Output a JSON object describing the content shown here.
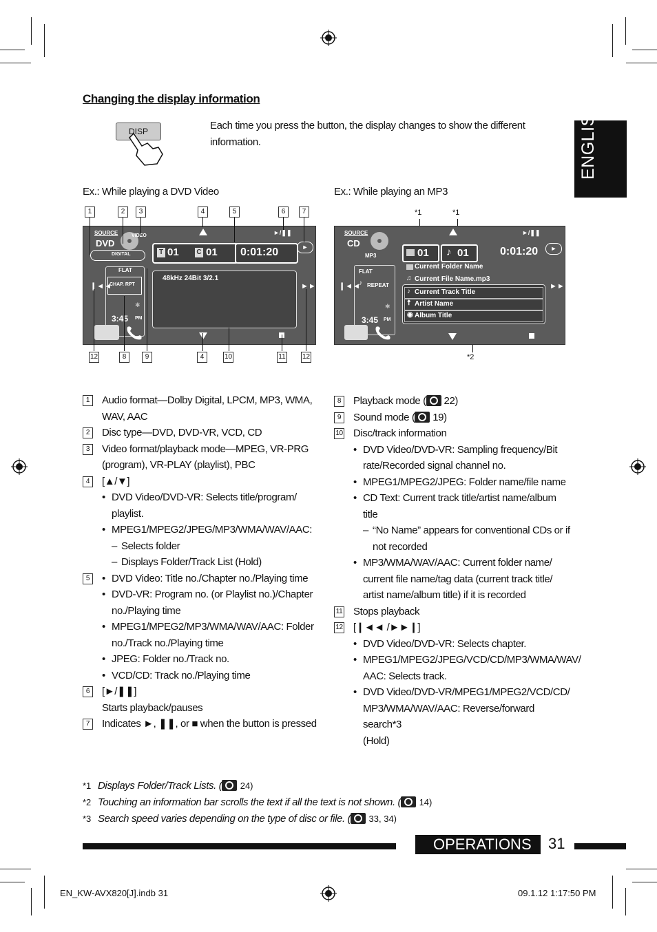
{
  "heading": "Changing the display information",
  "intro": {
    "button_label": "DISP",
    "text_line1": "Each time you press the button, the display changes to show the different",
    "text_line2": "information."
  },
  "language_tab": "ENGLISH",
  "examples": {
    "dvd_caption": "Ex.:  While playing a DVD Video",
    "mp3_caption": "Ex.:  While playing an MP3"
  },
  "dvd_screen": {
    "source": "SOURCE",
    "disc": "DVD",
    "video": "VIDEO",
    "digital": "DIGITAL",
    "title_no": "01",
    "chapter_no": "01",
    "t_badge": "T",
    "c_badge": "C",
    "time": "0:01:20",
    "flat": "FLAT",
    "chap_rpt": "CHAP. RPT",
    "clock": "3:45",
    "pm": "PM",
    "info": "48kHz  24Bit  3/2.1"
  },
  "mp3_screen": {
    "source": "SOURCE",
    "disc": "CD",
    "format": "MP3",
    "folder_no": "01",
    "track_no": "01",
    "time": "0:01:20",
    "flat": "FLAT",
    "repeat": "REPEAT",
    "clock": "3:45",
    "pm": "PM",
    "folder_name": "Current Folder Name",
    "file_name": "Current File Name.mp3",
    "track_title": "Current Track Title",
    "artist_name": "Artist Name",
    "album_title": "Album Title"
  },
  "callouts": {
    "n1": "1",
    "n2": "2",
    "n3": "3",
    "n4": "4",
    "n5": "5",
    "n6": "6",
    "n7": "7",
    "n8": "8",
    "n9": "9",
    "n10": "10",
    "n11": "11",
    "n12": "12",
    "star1": "*1",
    "star2": "*2"
  },
  "left_items": {
    "i1_a": "Audio format—Dolby Digital, LPCM, MP3, WMA,",
    "i1_b": "WAV, AAC",
    "i2": "Disc type—DVD, DVD-VR, VCD, CD",
    "i3_a": "Video format/playback mode—MPEG, VR-PRG",
    "i3_b": "(program), VR-PLAY (playlist), PBC",
    "i4": "[▲/▼]",
    "i4_b1a": "DVD Video/DVD-VR: Selects title/program/",
    "i4_b1b": "playlist.",
    "i4_b2": "MPEG1/MPEG2/JPEG/MP3/WMA/WAV/AAC:",
    "i4_d1": "Selects folder",
    "i4_d2": "Displays Folder/Track List (Hold)",
    "i5_b1": "DVD Video: Title no./Chapter no./Playing time",
    "i5_b2a": "DVD-VR: Program no. (or Playlist no.)/Chapter",
    "i5_b2b": "no./Playing time",
    "i5_b3a": "MPEG1/MPEG2/MP3/WMA/WAV/AAC: Folder",
    "i5_b3b": "no./Track no./Playing time",
    "i5_b4": "JPEG: Folder no./Track no.",
    "i5_b5": "VCD/CD: Track no./Playing time",
    "i6_a": "[►/❚❚]",
    "i6_b": "Starts playback/pauses",
    "i7": "Indicates ►, ❚❚, or ■ when the button is pressed"
  },
  "right_items": {
    "i8": "Playback mode (",
    "i8_ref": "22)",
    "i9": "Sound mode (",
    "i9_ref": "19)",
    "i10": "Disc/track information",
    "i10_b1a": "DVD Video/DVD-VR: Sampling frequency/Bit",
    "i10_b1b": "rate/Recorded signal channel no.",
    "i10_b2": "MPEG1/MPEG2/JPEG: Folder name/file name",
    "i10_b3a": "CD Text: Current track title/artist name/album",
    "i10_b3b": "title",
    "i10_d1a": "“No Name” appears for conventional CDs or if",
    "i10_d1b": "not recorded",
    "i10_b4a": "MP3/WMA/WAV/AAC: Current folder name/",
    "i10_b4b": "current file name/tag data (current track title/",
    "i10_b4c": "artist name/album title) if it is recorded",
    "i11": "Stops playback",
    "i12": "[❙◄◄ /►►❙]",
    "i12_b1": "DVD Video/DVD-VR: Selects chapter.",
    "i12_b2a": "MPEG1/MPEG2/JPEG/VCD/CD/MP3/WMA/WAV/",
    "i12_b2b": "AAC: Selects track.",
    "i12_b3a": "DVD Video/DVD-VR/MPEG1/MPEG2/VCD/CD/",
    "i12_b3b": "MP3/WMA/WAV/AAC: Reverse/forward search*3",
    "i12_b3c": "(Hold)"
  },
  "footnotes": {
    "m1": "*1",
    "m2": "*2",
    "m3": "*3",
    "f1": "Displays Folder/Track Lists. (",
    "f1_ref": "24)",
    "f2": "Touching an information bar scrolls the text if all the text is not shown. (",
    "f2_ref": "14)",
    "f3": "Search speed varies depending on the type of disc or file. (",
    "f3_ref": "33, 34)"
  },
  "section": "OPERATIONS",
  "page_number": "31",
  "print_info": {
    "file": "EN_KW-AVX820[J].indb   31",
    "date": "09.1.12   1:17:50 PM"
  },
  "colors": {
    "screen_bg": "#5b5b5b",
    "tab_bg": "#111111"
  }
}
